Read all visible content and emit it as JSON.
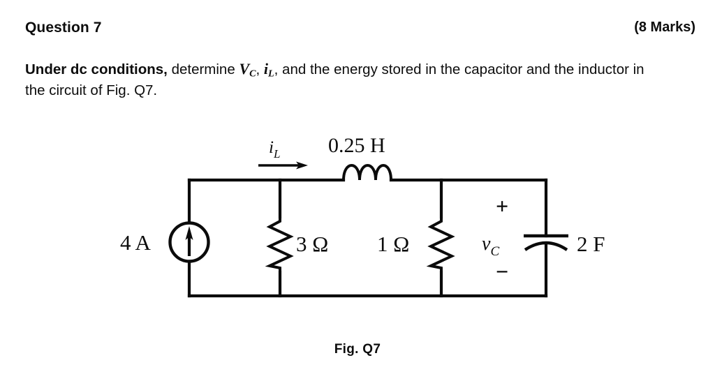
{
  "header": {
    "question_title": "Question 7",
    "marks": "(8 Marks)"
  },
  "question": {
    "lead_bold": "Under dc conditions,",
    "text_part1": " determine ",
    "var_capacitor_voltage": "V",
    "var_capacitor_voltage_sub": "C",
    "comma1": ", ",
    "var_inductor_current": "i",
    "var_inductor_current_sub": "L",
    "text_part2": ", and the energy stored in the capacitor and the inductor in the circuit of Fig. Q7."
  },
  "figure": {
    "caption": "Fig. Q7",
    "components": {
      "current_source": {
        "label": "4 A",
        "symbol": "current-source-arrow-up"
      },
      "resistor_left": {
        "label": "3 Ω"
      },
      "resistor_right": {
        "label": "1 Ω"
      },
      "inductor": {
        "label": "0.25 H"
      },
      "capacitor": {
        "label": "2 F",
        "voltage_label_v": "v",
        "voltage_label_sub": "C",
        "polarity_plus": "+",
        "polarity_minus": "−"
      },
      "branch_current": {
        "label_i": "i",
        "label_sub": "L",
        "arrow_direction": "right"
      }
    }
  },
  "colors": {
    "ink": "#0b0b0b",
    "page": "#ffffff"
  }
}
